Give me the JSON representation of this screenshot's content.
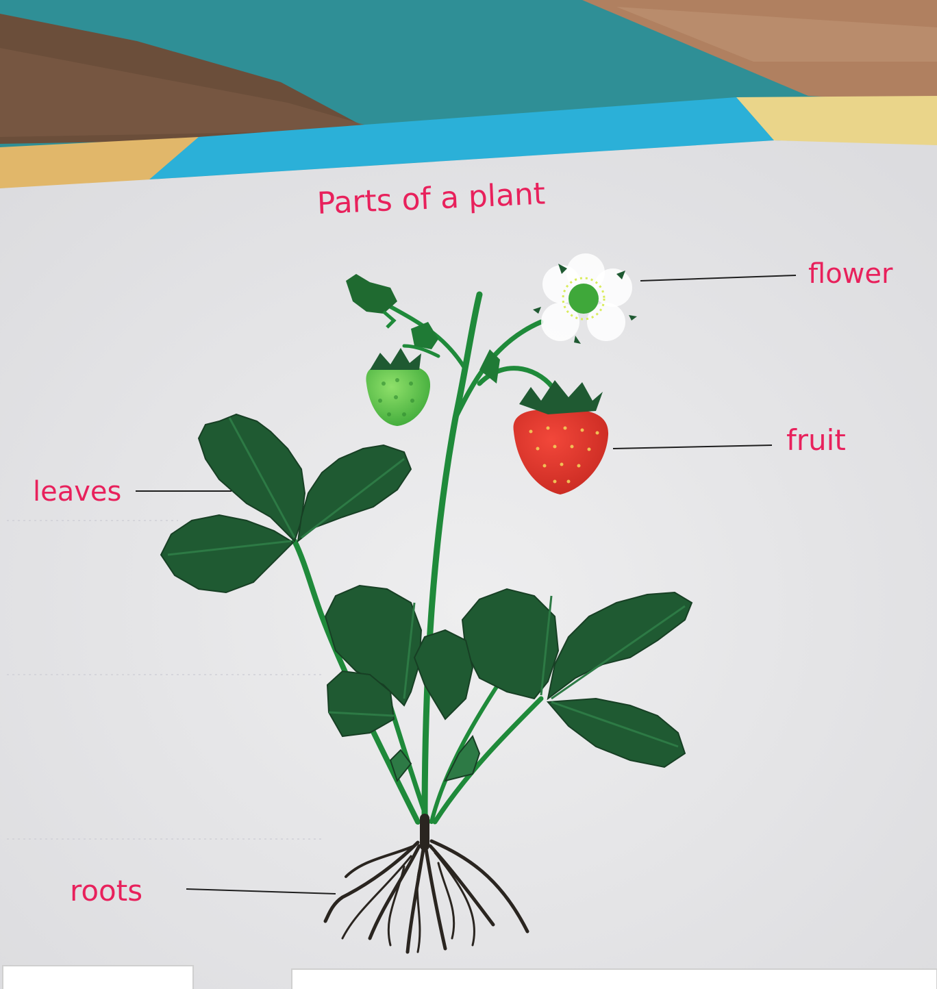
{
  "title": "Parts of a plant",
  "labels": {
    "flower": "flower",
    "fruit": "fruit",
    "leaves": "leaves",
    "roots": "roots"
  },
  "colors": {
    "label_text": "#e8215c",
    "title_text": "#e8215c",
    "leaf_green": "#1f5a32",
    "stem_green": "#1f8a3a",
    "fruit_red": "#e0342a",
    "unripe_fruit": "#5fc34a",
    "root_dark": "#2a2520",
    "paper": "#e9e9ea",
    "rug_teal": "#2f8f96",
    "rug_brown": "#6b4e3a",
    "cover_blue": "#2bb0d8",
    "cover_yellow": "#e8c070"
  }
}
